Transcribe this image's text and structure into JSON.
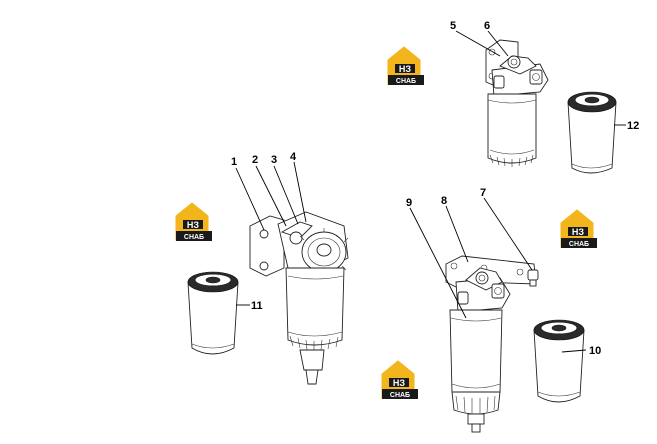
{
  "logo": {
    "mark": "НЗ",
    "caption": "СНАБ",
    "colors": {
      "yellow": "#f2b51c",
      "black": "#1a1a1a",
      "white": "#ffffff"
    }
  },
  "callouts": {
    "c1": "1",
    "c2": "2",
    "c3": "3",
    "c4": "4",
    "c5": "5",
    "c6": "6",
    "c7": "7",
    "c8": "8",
    "c9": "9",
    "c10": "10",
    "c11": "11",
    "c12": "12"
  }
}
